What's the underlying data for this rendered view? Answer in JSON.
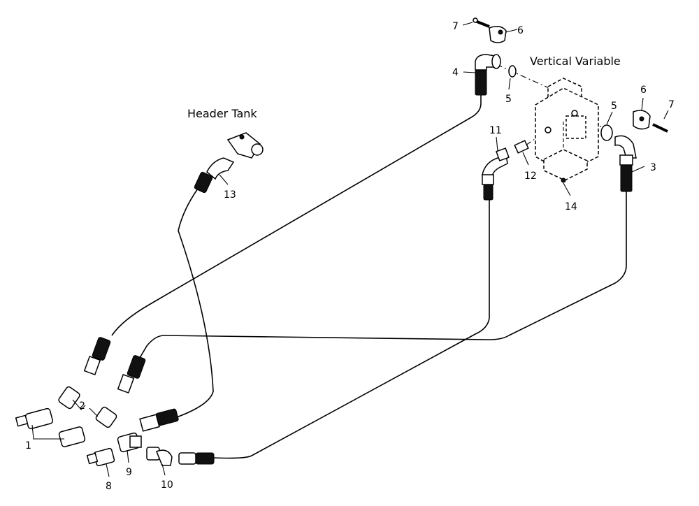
{
  "labels": {
    "header_tank": "Header Tank",
    "vertical_variable": "Vertical Variable"
  },
  "callouts": {
    "c1": "1",
    "c2": "2",
    "c3": "3",
    "c4": "4",
    "c5a": "5",
    "c5b": "5",
    "c6a": "6",
    "c6b": "6",
    "c7a": "7",
    "c7b": "7",
    "c8": "8",
    "c9": "9",
    "c10": "10",
    "c11": "11",
    "c12": "12",
    "c13": "13",
    "c14": "14"
  }
}
